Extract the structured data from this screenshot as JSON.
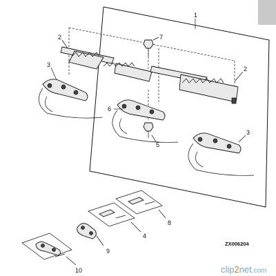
{
  "diagram": {
    "callouts": {
      "c1": "1",
      "c2a": "2",
      "c2b": "2",
      "c3a": "3",
      "c3b": "3",
      "c4": "4",
      "c5": "5",
      "c6": "6",
      "c7": "7",
      "c8": "8",
      "c9": "9",
      "c10": "10"
    },
    "drawing_code": "ZX006204",
    "watermark": {
      "part1": "clip",
      "part2": "2",
      "part3": "net",
      "part4": ".com"
    }
  }
}
